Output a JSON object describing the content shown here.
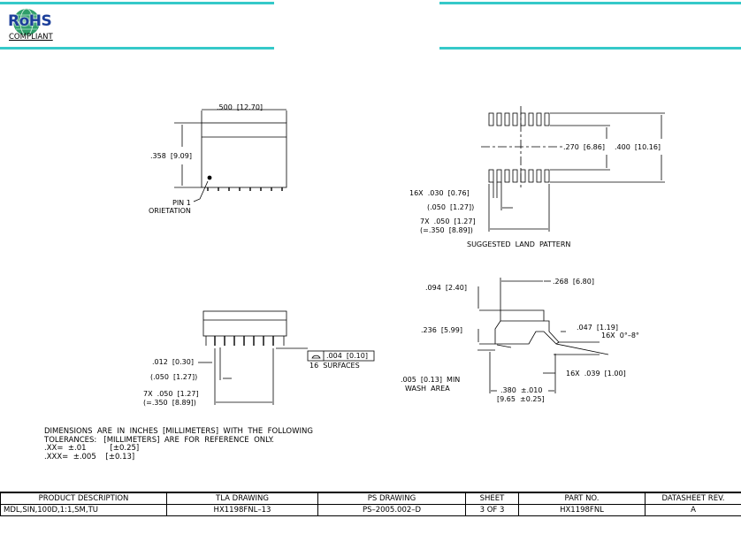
{
  "logo": {
    "text": "RoHS",
    "sub": "COMPLIANT"
  },
  "accent_color": "#35c9c9",
  "top_view": {
    "width": ".500  [12.70]",
    "height": ".358  [9.09]",
    "pin1_line1": "PIN 1",
    "pin1_line2": "ORIETATION"
  },
  "land_pattern": {
    "dim_270": ".270  [6.86]",
    "dim_400": ".400  [10.16]",
    "pad_width": "16X  .030  [0.76]",
    "pitch": "(.050  [1.27])",
    "span1": "7X  .050  [1.27]",
    "span2": "(=.350  [8.89])",
    "caption": "SUGGESTED  LAND  PATTERN"
  },
  "side_view": {
    "lead": ".012  [0.30]",
    "pitch": "(.050  [1.27])",
    "span1": "7X  .050  [1.27]",
    "span2": "(=.350  [8.89])",
    "flatness": ".004  [0.10]",
    "surfaces": "16  SURFACES"
  },
  "end_view": {
    "d094": ".094  [2.40]",
    "d268": ".268  [6.80]",
    "d236": ".236  [5.99]",
    "d047": ".047  [1.19]",
    "angle": "16X  0°–8°",
    "d039": "16X  .039  [1.00]",
    "wash1": ".005  [0.13]  MIN",
    "wash2": "WASH  AREA",
    "d380a": ".380  ±.010",
    "d380b": "[9.65  ±0.25]"
  },
  "notes": "DIMENSIONS  ARE  IN  INCHES  [MILLIMETERS]  WITH  THE  FOLLOWING\nTOLERANCES:   [MILLIMETERS]  ARE  FOR  REFERENCE  ONLY.\n.XX=  ±.01          [±0.25]\n.XXX=  ±.005    [±0.13]",
  "title_block": {
    "headers": [
      "PRODUCT  DESCRIPTION",
      "TLA  DRAWING",
      "PS  DRAWING",
      "SHEET",
      "PART  NO.",
      "DATASHEET  REV."
    ],
    "values": [
      "MDL,SIN,100D,1:1,SM,TU",
      "HX1198FNL–13",
      "PS–2005.002–D",
      "3  OF  3",
      "HX1198FNL",
      "A"
    ]
  }
}
